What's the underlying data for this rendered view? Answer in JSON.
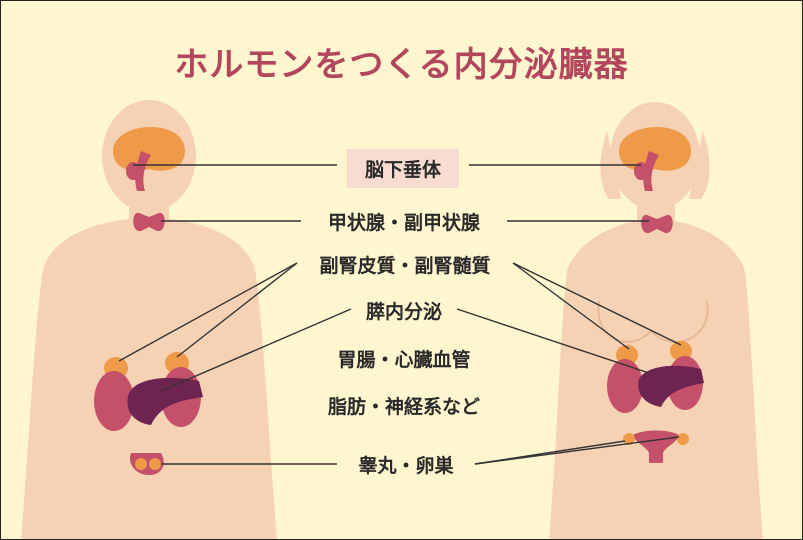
{
  "title": "ホルモンをつくる内分泌臓器",
  "labels": {
    "pituitary": "脳下垂体",
    "thyroid": "甲状腺・副甲状腺",
    "adrenal": "副腎皮質・副腎髄質",
    "pancreas": "膵内分泌",
    "gut_heart": "胃腸・心臓血管",
    "fat_nerve": "脂肪・神経系など",
    "gonads": "睾丸・卵巣"
  },
  "colors": {
    "background": "#fdf6cf",
    "title": "#b2465c",
    "skin": "#f6d2b5",
    "gland_orange": "#ee9a48",
    "kidney": "#c4506a",
    "pancreas": "#6e2450",
    "label_box": "#f8dcd2"
  }
}
